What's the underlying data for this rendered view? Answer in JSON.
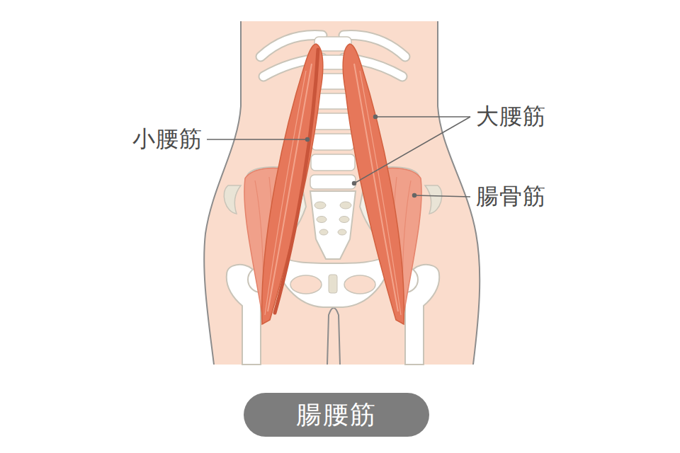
{
  "diagram": {
    "nodes": [
      {
        "text": [
          "腸腰筋"
        ]
      }
    ],
    "labels": [
      "小腰筋",
      "大腰筋",
      "腸骨筋"
    ]
  }
}
